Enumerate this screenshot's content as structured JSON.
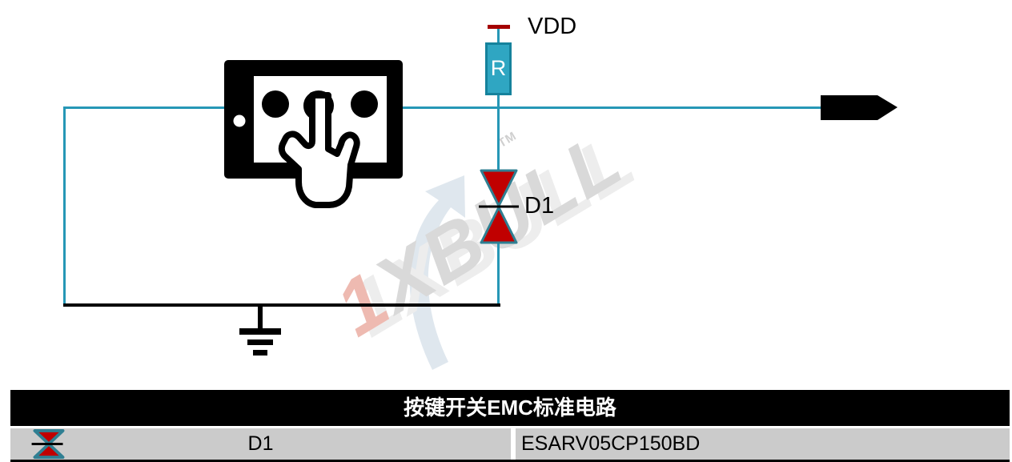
{
  "diagram": {
    "vdd_label": "VDD",
    "resistor_label": "R",
    "diode_label": "D1"
  },
  "watermark": {
    "text_first": "1",
    "text_rest": "XBULL",
    "tm": "TM"
  },
  "table": {
    "title": "按键开关EMC标准电路",
    "rows": [
      {
        "icon": "tvs-diode-icon",
        "ref": "D1",
        "part": "ESARV05CP150BD"
      }
    ]
  },
  "colors": {
    "wire_teal": "#2697b6",
    "wire_black": "#000000",
    "resistor_fill": "#2fa6c2",
    "resistor_border": "#15829c",
    "vdd_bar_red": "#a40000",
    "diode_fill": "#c00000",
    "diode_border": "#2f7f92",
    "table_header_bg": "#000000",
    "table_row_bg": "#cbcbcb",
    "watermark_pink": "#eebab1",
    "watermark_gray": "#d9d9d9"
  }
}
